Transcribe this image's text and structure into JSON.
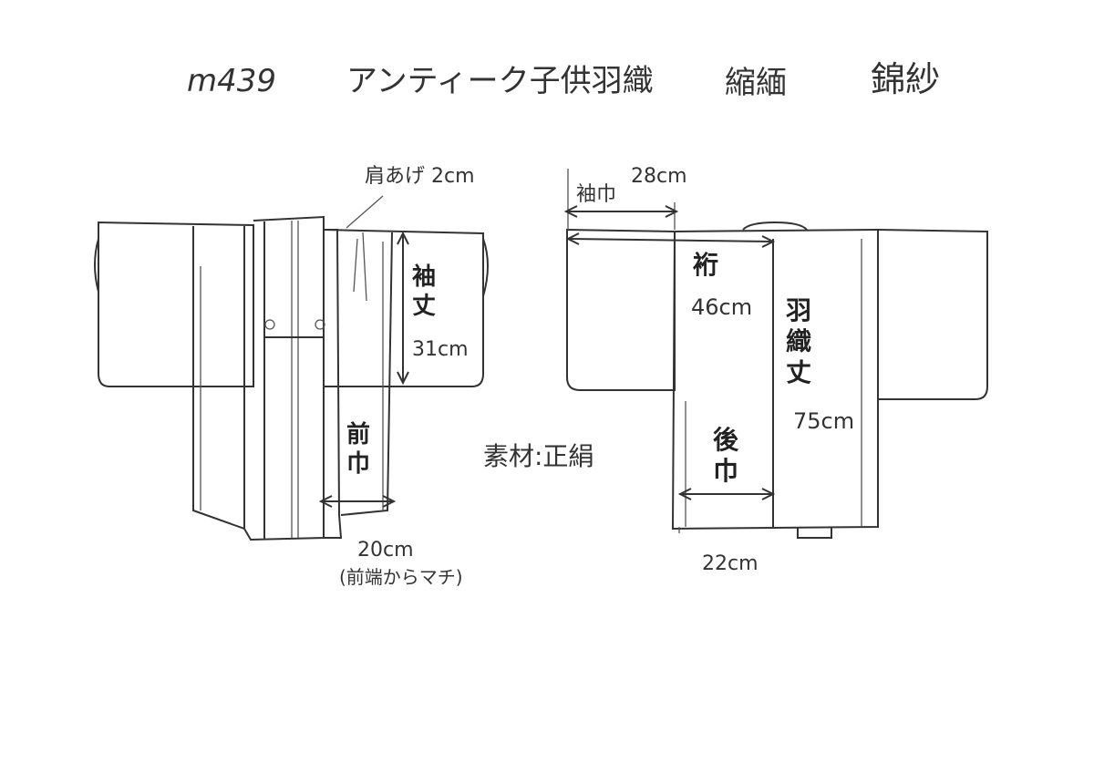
{
  "header": {
    "code": "m439",
    "title": "アンティーク子供羽織",
    "fabric": "縮緬",
    "pattern": "錦紗"
  },
  "front": {
    "shoulder_tuck": "肩あげ 2cm",
    "sleeve_length_label": "袖丈",
    "sleeve_length_value": "31cm",
    "front_width_label": "前巾",
    "front_width_value": "20cm",
    "front_width_note": "(前端からマチ)"
  },
  "back": {
    "sleeve_width_label": "袖巾",
    "sleeve_width_value": "28cm",
    "yuki_label": "裄",
    "yuki_value": "46cm",
    "haori_length_label": "羽織丈",
    "haori_length_value": "75cm",
    "back_width_label": "後巾",
    "back_width_value": "22cm"
  },
  "material": "素材:正絹"
}
